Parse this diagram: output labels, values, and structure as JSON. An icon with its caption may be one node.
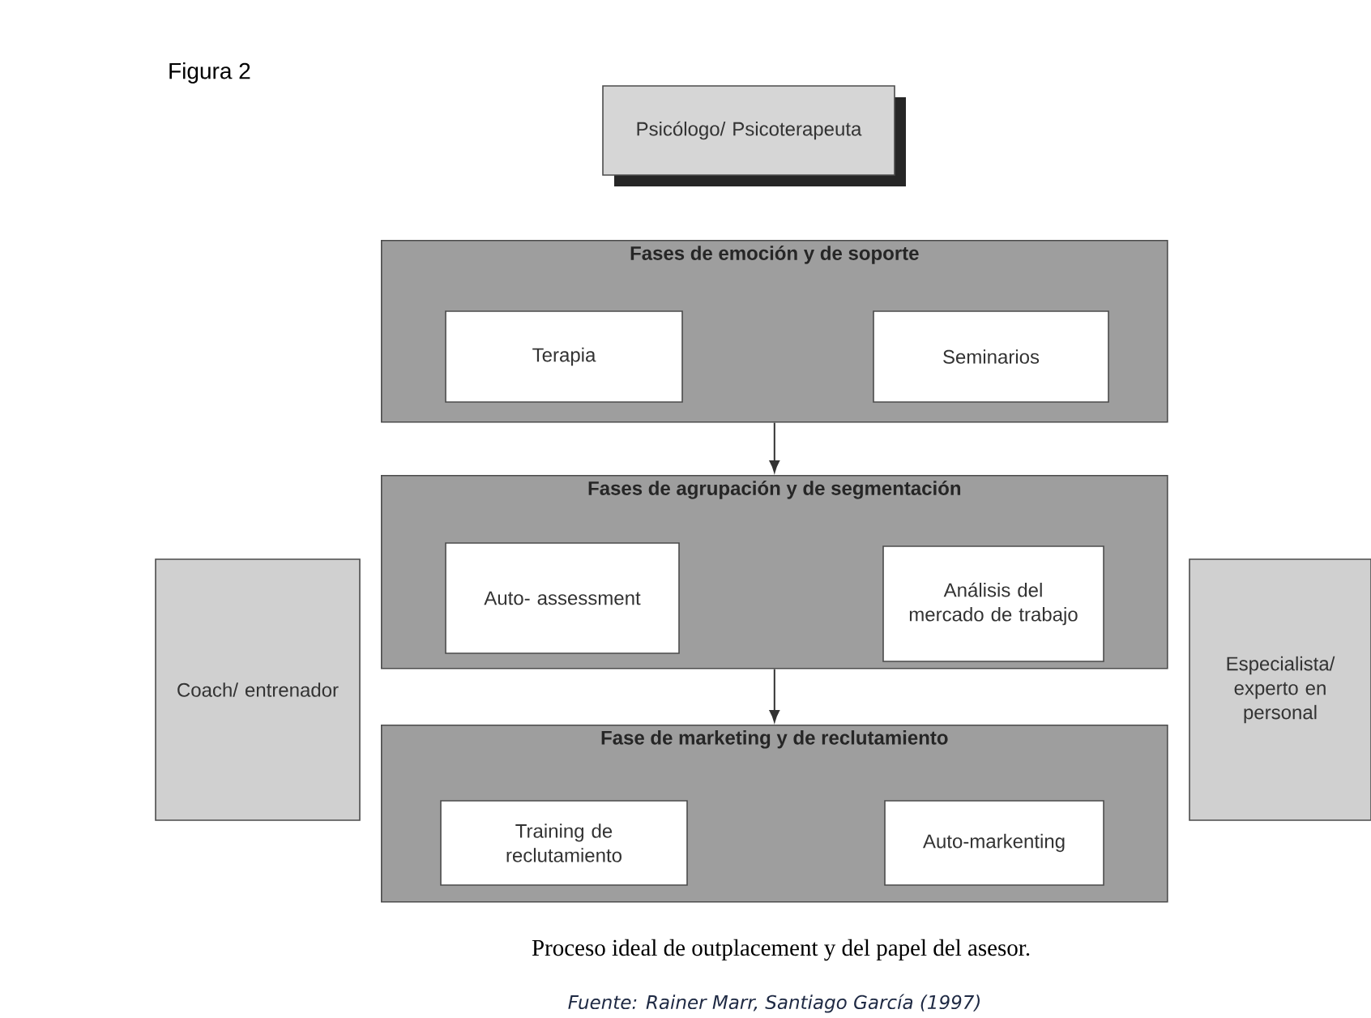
{
  "diagram": {
    "title": "Figura 2",
    "caption": "Proceso ideal de outplacement y del papel del asesor.",
    "nodes": [
      {
        "text": [
          "Psicólogo/ Psicoterapeuta"
        ]
      },
      {
        "text": [
          "Fases de emoción y de soporte"
        ]
      },
      {
        "text": [
          "Terapia"
        ],
        "in": 1
      },
      {
        "text": [
          "Seminarios"
        ],
        "in": 1
      },
      {
        "text": [
          "Fases de agrupación y de segmentación"
        ]
      },
      {
        "text": [
          "Auto- assessment"
        ],
        "in": 4
      },
      {
        "text": [
          "Análisis del mercado de trabajo"
        ],
        "in": 4
      },
      {
        "text": [
          "Fase de marketing y de reclutamiento"
        ]
      },
      {
        "text": [
          "Training de reclutamiento"
        ],
        "in": 7
      },
      {
        "text": [
          "Auto-markenting"
        ],
        "in": 7
      },
      {
        "text": [
          "Coach/ entrenador"
        ]
      },
      {
        "text": [
          "Especialista/ experto en personal"
        ]
      }
    ],
    "edges": [
      {
        "from": 1,
        "to": 4,
        "arrow": "to"
      },
      {
        "from": 4,
        "to": 7,
        "arrow": "to"
      }
    ],
    "labels": [
      "Fuente: Rainer Marr, Santiago García (1997)"
    ]
  }
}
